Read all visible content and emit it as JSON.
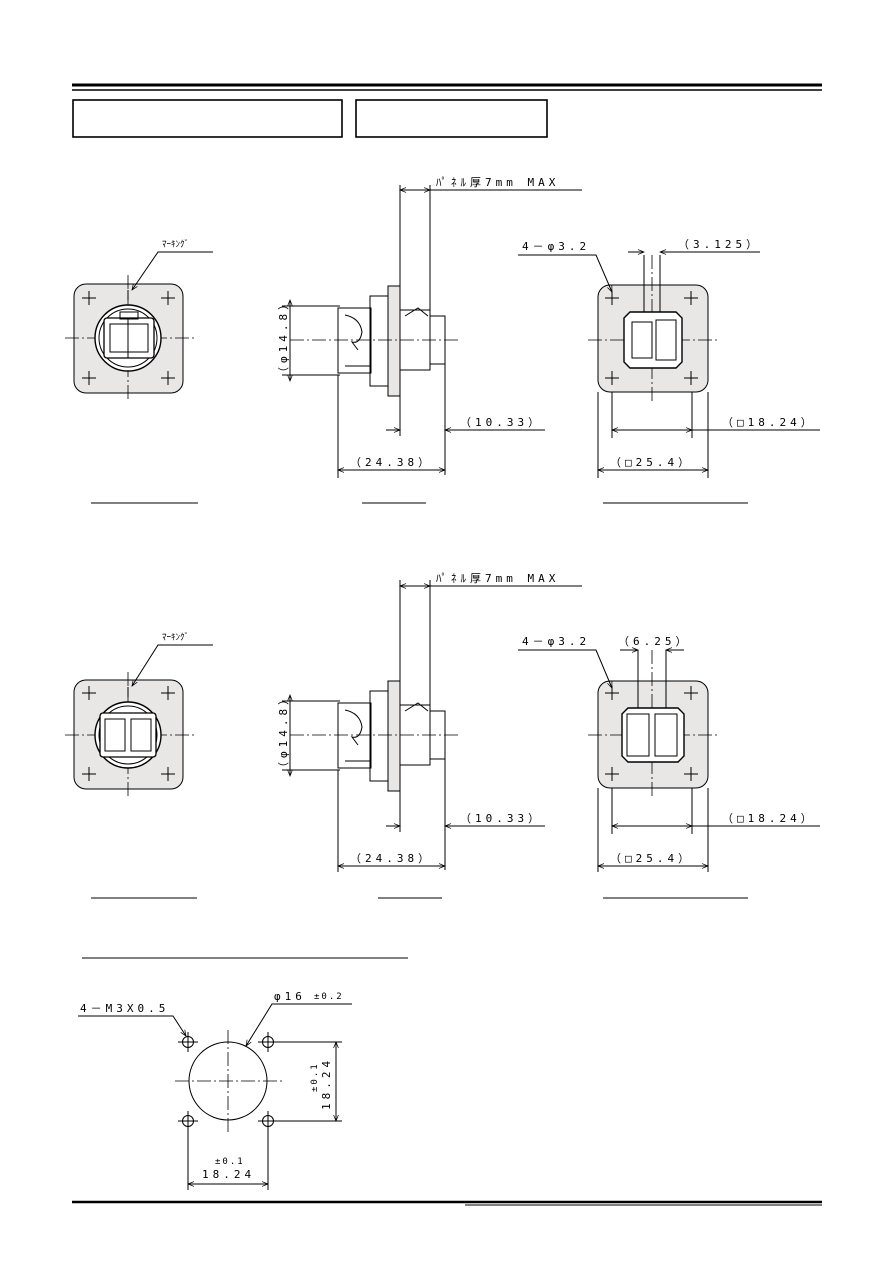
{
  "top": {
    "panel_thickness": "ﾊﾟﾈﾙ厚7mm  MAX",
    "marking": "ﾏｰｷﾝｸﾞ",
    "diameter_body": "（φ14.8）",
    "holes": "4－φ3.2",
    "pitch": "（3.125）",
    "rear_length": "（10.33）",
    "total_length": "（24.38）",
    "square_inner": "（□18.24）",
    "square_outer": "（□25.4）"
  },
  "middle": {
    "panel_thickness": "ﾊﾟﾈﾙ厚7mm  MAX",
    "marking": "ﾏｰｷﾝｸﾞ",
    "diameter_body": "（φ14.8）",
    "holes": "4－φ3.2",
    "pitch": "（6.25）",
    "rear_length": "（10.33）",
    "total_length": "（24.38）",
    "square_inner": "（□18.24）",
    "square_outer": "（□25.4）"
  },
  "cutout": {
    "screws": "4－M3X0.5",
    "hole_diameter": "φ16",
    "hole_tolerance": "±0.2",
    "pitch_tolerance": "±0.1",
    "pitch": "18.24"
  }
}
